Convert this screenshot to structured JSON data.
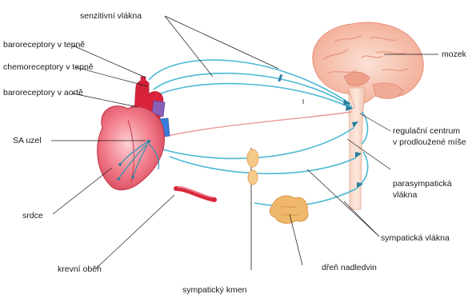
{
  "labels": {
    "senzitivni": "senzitivní vlákna",
    "baro_tepne": "baroreceptory v tepně",
    "chemo_tepne": "chemoreceptory v tepně",
    "baro_aorte": "baroreceptory v aortě",
    "sa_uzel": "SA uzel",
    "srdce": "srdce",
    "krevni_obeh": "krevní oběh",
    "sympaticky_kmen": "sympatický kmen",
    "dren": "dřeň nadledvin",
    "sympaticka_vlakna": "sympatická vlákna",
    "parasympaticka_1": "parasympatická",
    "parasympaticka_2": "vlákna",
    "regulacni_1": "regulační centrum",
    "regulacni_2": "v prodloužené míše",
    "mozek": "mozek"
  },
  "colors": {
    "sensory_fiber": "#49b8d4",
    "parasympathetic_fiber": "#e89a9a",
    "heart": "#ef5a6a",
    "heart_dark": "#c73a4c",
    "aorta": "#d9233b",
    "vein": "#3a7ad8",
    "brain": "#f4b9a5",
    "adrenal": "#f0b86a",
    "ganglion": "#f5c98a",
    "vessel": "#d8283a"
  }
}
